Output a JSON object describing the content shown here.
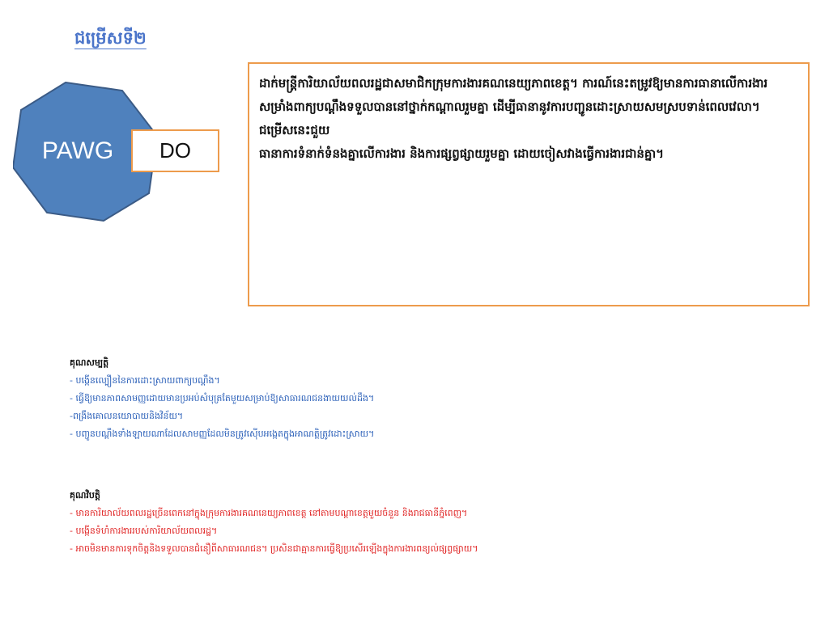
{
  "title": "ជម្រើសទី២",
  "diagram": {
    "octagon_label": "PAWG",
    "box_label": "DO",
    "octagon_color": "#4f81bd",
    "octagon_border": "#3b5b86",
    "box_border_color": "#ed9b4c"
  },
  "description": {
    "paragraphs": [
      "ដាក់មន្ត្រីការិយាល័យពលរដ្ឋជាសមាជិកក្រុមការងារគណនេយ្យភាពខេត្ត។ ការណ៍នេះតម្រូវឱ្យមានការធានាលើការងារសម្រាំងពាក្យបណ្តឹងទទួលបាននៅថ្នាក់កណ្តាលរួមគ្នា ដើម្បីធានានូវការបញ្ជូនដោះស្រាយសមស្របទាន់ពេលវេលា។ ជម្រើសនេះជួយ",
      "ធានាការទំនាក់ទំនងគ្នាលើការងារ និងការផ្សព្វផ្សាយរួមគ្នា ដោយចៀសវាងធ្វើការងារជាន់គ្នា។"
    ]
  },
  "strengths": {
    "heading": "គុណសម្បត្តិ",
    "items": [
      "- បង្កើនល្បឿននៃការដោះស្រាយពាក្យបណ្តឹង។",
      "- ធ្វើឱ្យមានភាពសាមញ្ញដោយមានប្រអប់សំបុត្រតែមួយសម្រាប់ឱ្យសាធារណជនងាយយល់ដឹង។",
      "-ពង្រឹងគោលនយោបាយនិងវិន័យ។",
      "- បញ្ជូនបណ្តឹងទាំងឡាយណាដែលសាមញ្ញដែលមិនត្រូវស៊ើបអង្កេតក្នុងអាណត្តិត្រូវដោះស្រាយ។"
    ]
  },
  "weaknesses": {
    "heading": "គុណវិបត្តិ",
    "items": [
      "- មានការិយាល័យពលរដ្ឋច្រើនពេកនៅក្នុងក្រុមការងារគណនេយ្យភាពខេត្ត នៅតាមបណ្តាខេត្តមួយចំនួន និងរាជធានីភ្នំពេញ។",
      "- បង្កើនទំហំការងាររបស់ការិយាល័យពលរដ្ឋ។",
      "- អាចមិនមានការទុកចិត្តនិងទទួលបានជំនឿពីសាធារណជន។ ប្រសិនជាគ្មានការធ្វើឱ្យប្រសើរឡើងក្នុងការងារពន្យល់ផ្សព្វផ្សាយ។"
    ]
  }
}
